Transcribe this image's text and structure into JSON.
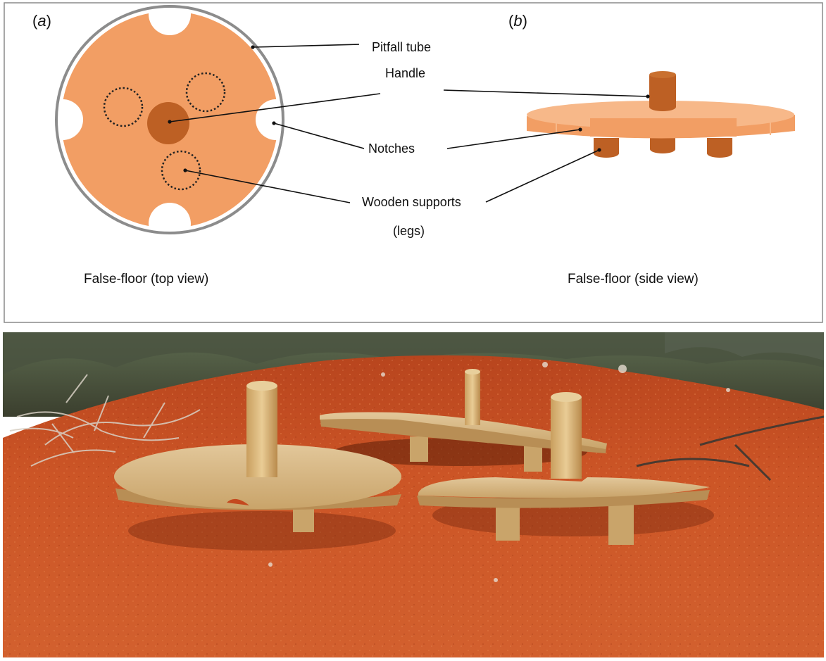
{
  "panel_a": {
    "letter": "a",
    "caption": "False-floor (top view)"
  },
  "panel_b": {
    "letter": "b",
    "caption": "False-floor (side view)"
  },
  "labels": {
    "pitfall_tube": "Pitfall tube",
    "handle": "Handle",
    "notches": "Notches",
    "wooden_supports": "Wooden supports",
    "legs": "(legs)"
  },
  "colors": {
    "disc": "#F29E64",
    "disc_light": "#F7B889",
    "handle": "#BD6024",
    "tube": "#8c8c8c",
    "sand": "#C4491F",
    "wood": "#D9B47A"
  }
}
